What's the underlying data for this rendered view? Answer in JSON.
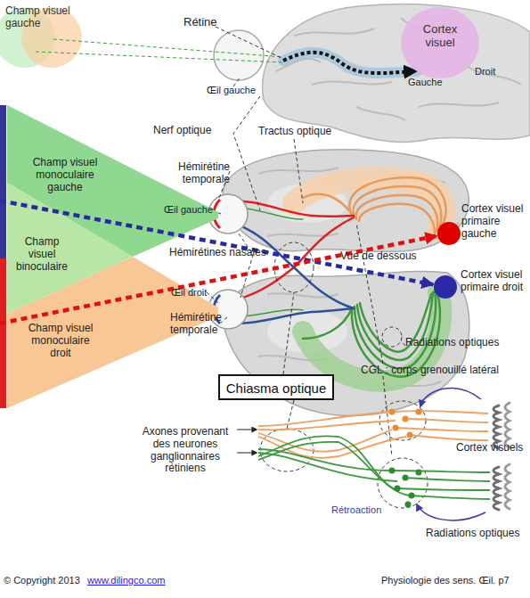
{
  "diagram": {
    "nodes": [
      {
        "text": [
          "Cortex visuel"
        ]
      },
      {
        "text": [
          "Champ visuel monoculaire gauche"
        ]
      },
      {
        "text": [
          "Cortex visuel primaire gauche"
        ]
      },
      {
        "text": [
          "Champ visuel binoculaire"
        ]
      },
      {
        "text": [
          "Cortex visuel primaire droit"
        ]
      },
      {
        "text": [
          "Champ visuel monoculaire droit"
        ]
      },
      {
        "text": [
          "Chiasma optique"
        ]
      }
    ],
    "edges": [
      {
        "from": 1,
        "to": 4,
        "arrow": "to"
      },
      {
        "from": 5,
        "to": 2,
        "arrow": "to"
      }
    ],
    "labels": [
      "Champ visuel gauche",
      "Rétine",
      "Droit",
      "Gauche",
      "Œil gauche",
      "Nerf optique",
      "Tractus optique",
      "Hémirétine temporale",
      "Œil gauche",
      "Hémirétines nasales",
      "Vue de dessous",
      "Œil droit",
      "Hémirétine temporale",
      "Radiations optiques",
      "CGL : corps grenouillé latéral",
      "Axones provenant des neurones ganglionnaires rétiniens",
      "Cortex visuels",
      "Rétroaction",
      "Radiations optiques",
      "© Copyright 2013",
      "www.dilingco.com",
      "Physiologie des sens. Œil. p7"
    ]
  }
}
